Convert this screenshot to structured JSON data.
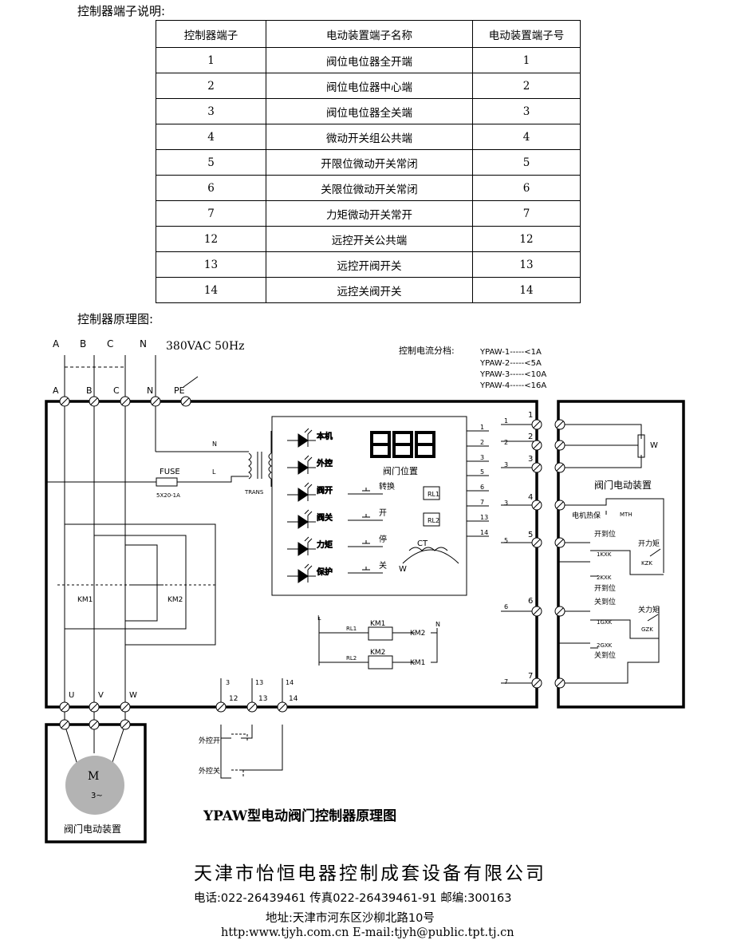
{
  "section1_title": "控制器端子说明:",
  "table": {
    "headers": [
      "控制器端子",
      "电动装置端子名称",
      "电动装置端子号"
    ],
    "rows": [
      [
        "1",
        "阀位电位器全开端",
        "1"
      ],
      [
        "2",
        "阀位电位器中心端",
        "2"
      ],
      [
        "3",
        "阀位电位器全关端",
        "3"
      ],
      [
        "4",
        "微动开关组公共端",
        "4"
      ],
      [
        "5",
        "开限位微动开关常闭",
        "5"
      ],
      [
        "6",
        "关限位微动开关常闭",
        "6"
      ],
      [
        "7",
        "力矩微动开关常开",
        "7"
      ],
      [
        "12",
        "远控开关公共端",
        "12"
      ],
      [
        "13",
        "远控开阀开关",
        "13"
      ],
      [
        "14",
        "远控关阀开关",
        "14"
      ]
    ]
  },
  "section2_title": "控制器原理图:",
  "diagram": {
    "supply": "380VAC 50Hz",
    "phases": [
      "A",
      "B",
      "C",
      "N"
    ],
    "top_terms": [
      "A",
      "B",
      "C",
      "N",
      "PE"
    ],
    "current_title": "控制电流分档:",
    "current_ranges": [
      "YPAW-1-----<1A",
      "YPAW-2-----<5A",
      "YPAW-3-----<10A",
      "YPAW-4-----<16A"
    ],
    "display_digits": "888",
    "display_label": "阀门位置",
    "leds": [
      "本机",
      "外控",
      "阀开",
      "阀关",
      "力矩",
      "保护"
    ],
    "buttons": [
      "转换",
      "开",
      "停",
      "关"
    ],
    "relays": [
      "RL1",
      "RL2"
    ],
    "ct": "CT",
    "w": "W",
    "pin_labels": [
      "1",
      "2",
      "3",
      "5",
      "6",
      "7",
      "13",
      "14"
    ],
    "fuse": "FUSE",
    "fuse_spec": "5X20-1A",
    "trans": "TRANS",
    "trans_n": "N",
    "trans_l": "L",
    "contactors": [
      "KM1",
      "KM2"
    ],
    "motor_terms": [
      "U",
      "V",
      "W"
    ],
    "remote_terms": [
      "12",
      "13",
      "14"
    ],
    "remote_top": [
      "3",
      "13",
      "14"
    ],
    "remote_switches": [
      "外控开",
      "外控关"
    ],
    "motor": "M",
    "motor_sub": "3~",
    "device_label": "阀门电动装置",
    "right_terms": [
      "1",
      "2",
      "3",
      "4",
      "5",
      "6",
      "7"
    ],
    "left_pin_labels": [
      "1",
      "2",
      "3",
      "3",
      "5",
      "6",
      "7"
    ],
    "pot_label": "W",
    "device_right_label": "阀门电动装置",
    "mth_label": "电机热保",
    "mth": "MTH",
    "open_pos": "开到位",
    "close_pos": "关到位",
    "kxk1": "1KXK",
    "kxk2": "2KXK",
    "gxk1": "1GXK",
    "gxk2": "2GXK",
    "open_torque": "开力矩",
    "close_torque": "关力矩",
    "kzk": "KZK",
    "gzk": "GZK",
    "ctrl_l": "L",
    "ctrl_n": "N",
    "ctrl_rl1": "RL1",
    "ctrl_rl2": "RL2",
    "ctrl_km1": "KM1",
    "ctrl_km2": "KM2",
    "title": "YPAW型电动阀门控制器原理图"
  },
  "footer": {
    "company": "天津市怡恒电器控制成套设备有限公司",
    "phone_line": "电话:022-26439461  传真022-26439461-91  邮编:300163",
    "address": "地址:天津市河东区沙柳北路10号",
    "web": "http:www.tjyh.com.cn    E-mail:tjyh@public.tpt.tj.cn"
  }
}
